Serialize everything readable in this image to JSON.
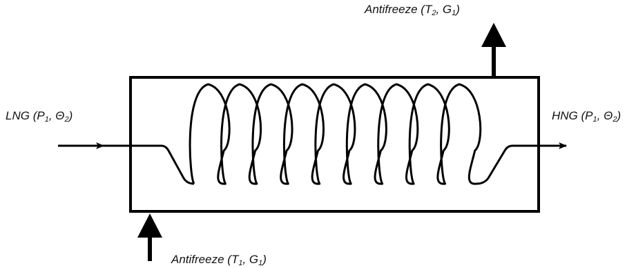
{
  "labels": {
    "lng_inlet": {
      "name": "LNG",
      "p": "P",
      "p_sub": "1",
      "sep": ", ",
      "theta": "Θ",
      "theta_sub": "2"
    },
    "hng_outlet": {
      "name": "HNG",
      "p": "P",
      "p_sub": "1",
      "sep": ", ",
      "theta": "Θ",
      "theta_sub": "2"
    },
    "antifreeze_outlet": {
      "name": "Antifreeze",
      "t": "T",
      "t_sub": "2",
      "sep": ", ",
      "g": "G",
      "g_sub": "1"
    },
    "antifreeze_inlet": {
      "name": "Antifreeze",
      "t": "T",
      "t_sub": "1",
      "sep": ", ",
      "g": "G",
      "g_sub": "1"
    }
  },
  "diagram": {
    "type": "coil heat exchanger",
    "coil_turns": 9,
    "stroke_color": "#000000",
    "background_color": "#ffffff"
  }
}
